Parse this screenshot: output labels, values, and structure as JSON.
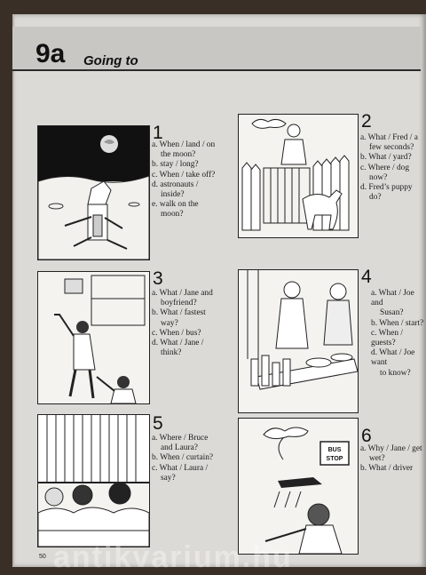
{
  "unit": {
    "number": "9a",
    "title": "Going to"
  },
  "exercises": [
    {
      "number": "1",
      "prompts": [
        "a. When / land / on",
        "the moon?",
        "b. stay / long?",
        "c. When / take off?",
        "d. astronauts /",
        "inside?",
        "e. walk on the",
        "moon?"
      ]
    },
    {
      "number": "2",
      "prompts": [
        "a. What / Fred / a",
        "few seconds?",
        "b. What / yard?",
        "c. Where / dog",
        "now?",
        "d. Fred’s puppy",
        "do?"
      ]
    },
    {
      "number": "3",
      "prompts": [
        "a. What / Jane and",
        "boyfriend?",
        "b. What / fastest",
        "way?",
        "c. When / bus?",
        "d. What / Jane /",
        "think?"
      ]
    },
    {
      "number": "4",
      "prompts": [
        "a. What / Joe and",
        "Susan?",
        "b. When / start?",
        "c. When / guests?",
        "d. What / Joe want",
        "to know?"
      ]
    },
    {
      "number": "5",
      "prompts": [
        "a. Where / Bruce",
        "and Laura?",
        "b. When / curtain?",
        "c. What / Laura /",
        "say?"
      ]
    },
    {
      "number": "6",
      "prompts": [
        "a. Why / Jane / get",
        "wet?",
        "b. What / driver"
      ]
    }
  ],
  "sign_text": {
    "line1": "BUS",
    "line2": "STOP"
  },
  "page_number": "50",
  "watermark": "antikvarium.hu"
}
